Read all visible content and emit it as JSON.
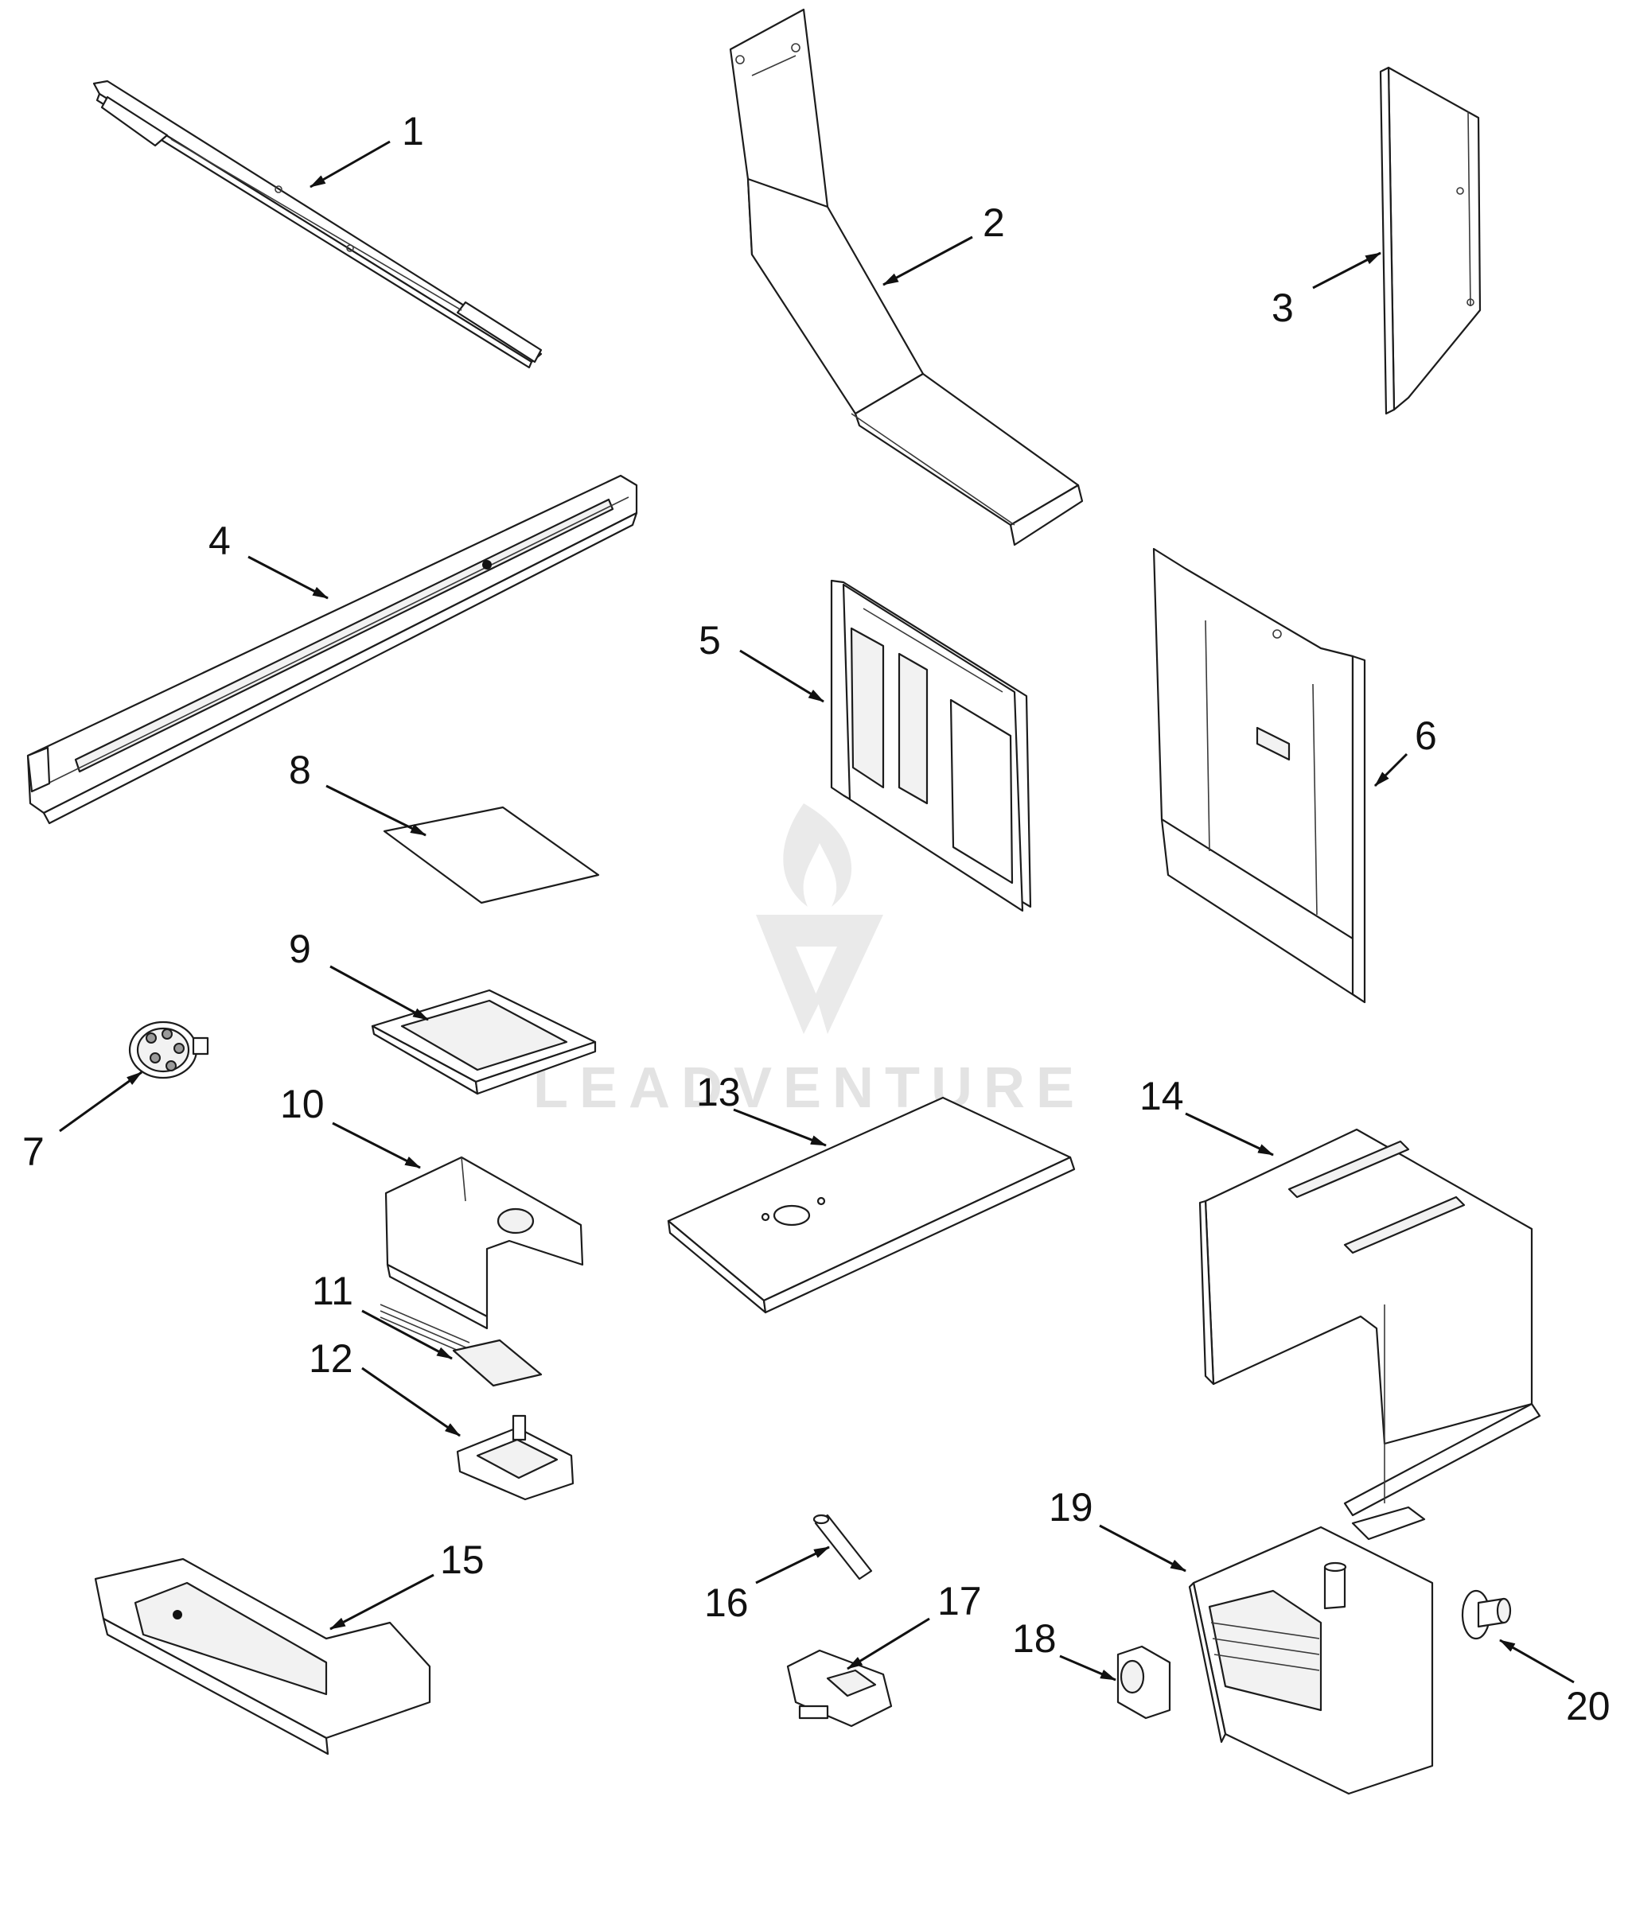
{
  "diagram": {
    "watermark": "LEADVENTURE",
    "parts": [
      {
        "id": "part-1",
        "callout": "1"
      },
      {
        "id": "part-2",
        "callout": "2"
      },
      {
        "id": "part-3",
        "callout": "3"
      },
      {
        "id": "part-4",
        "callout": "4"
      },
      {
        "id": "part-5",
        "callout": "5"
      },
      {
        "id": "part-6",
        "callout": "6"
      },
      {
        "id": "part-7",
        "callout": "7"
      },
      {
        "id": "part-8",
        "callout": "8"
      },
      {
        "id": "part-9",
        "callout": "9"
      },
      {
        "id": "part-10",
        "callout": "10"
      },
      {
        "id": "part-11",
        "callout": "11"
      },
      {
        "id": "part-12",
        "callout": "12"
      },
      {
        "id": "part-13",
        "callout": "13"
      },
      {
        "id": "part-14",
        "callout": "14"
      },
      {
        "id": "part-15",
        "callout": "15"
      },
      {
        "id": "part-16",
        "callout": "16"
      },
      {
        "id": "part-17",
        "callout": "17"
      },
      {
        "id": "part-18",
        "callout": "18"
      },
      {
        "id": "part-19",
        "callout": "19"
      },
      {
        "id": "part-20",
        "callout": "20"
      }
    ]
  }
}
